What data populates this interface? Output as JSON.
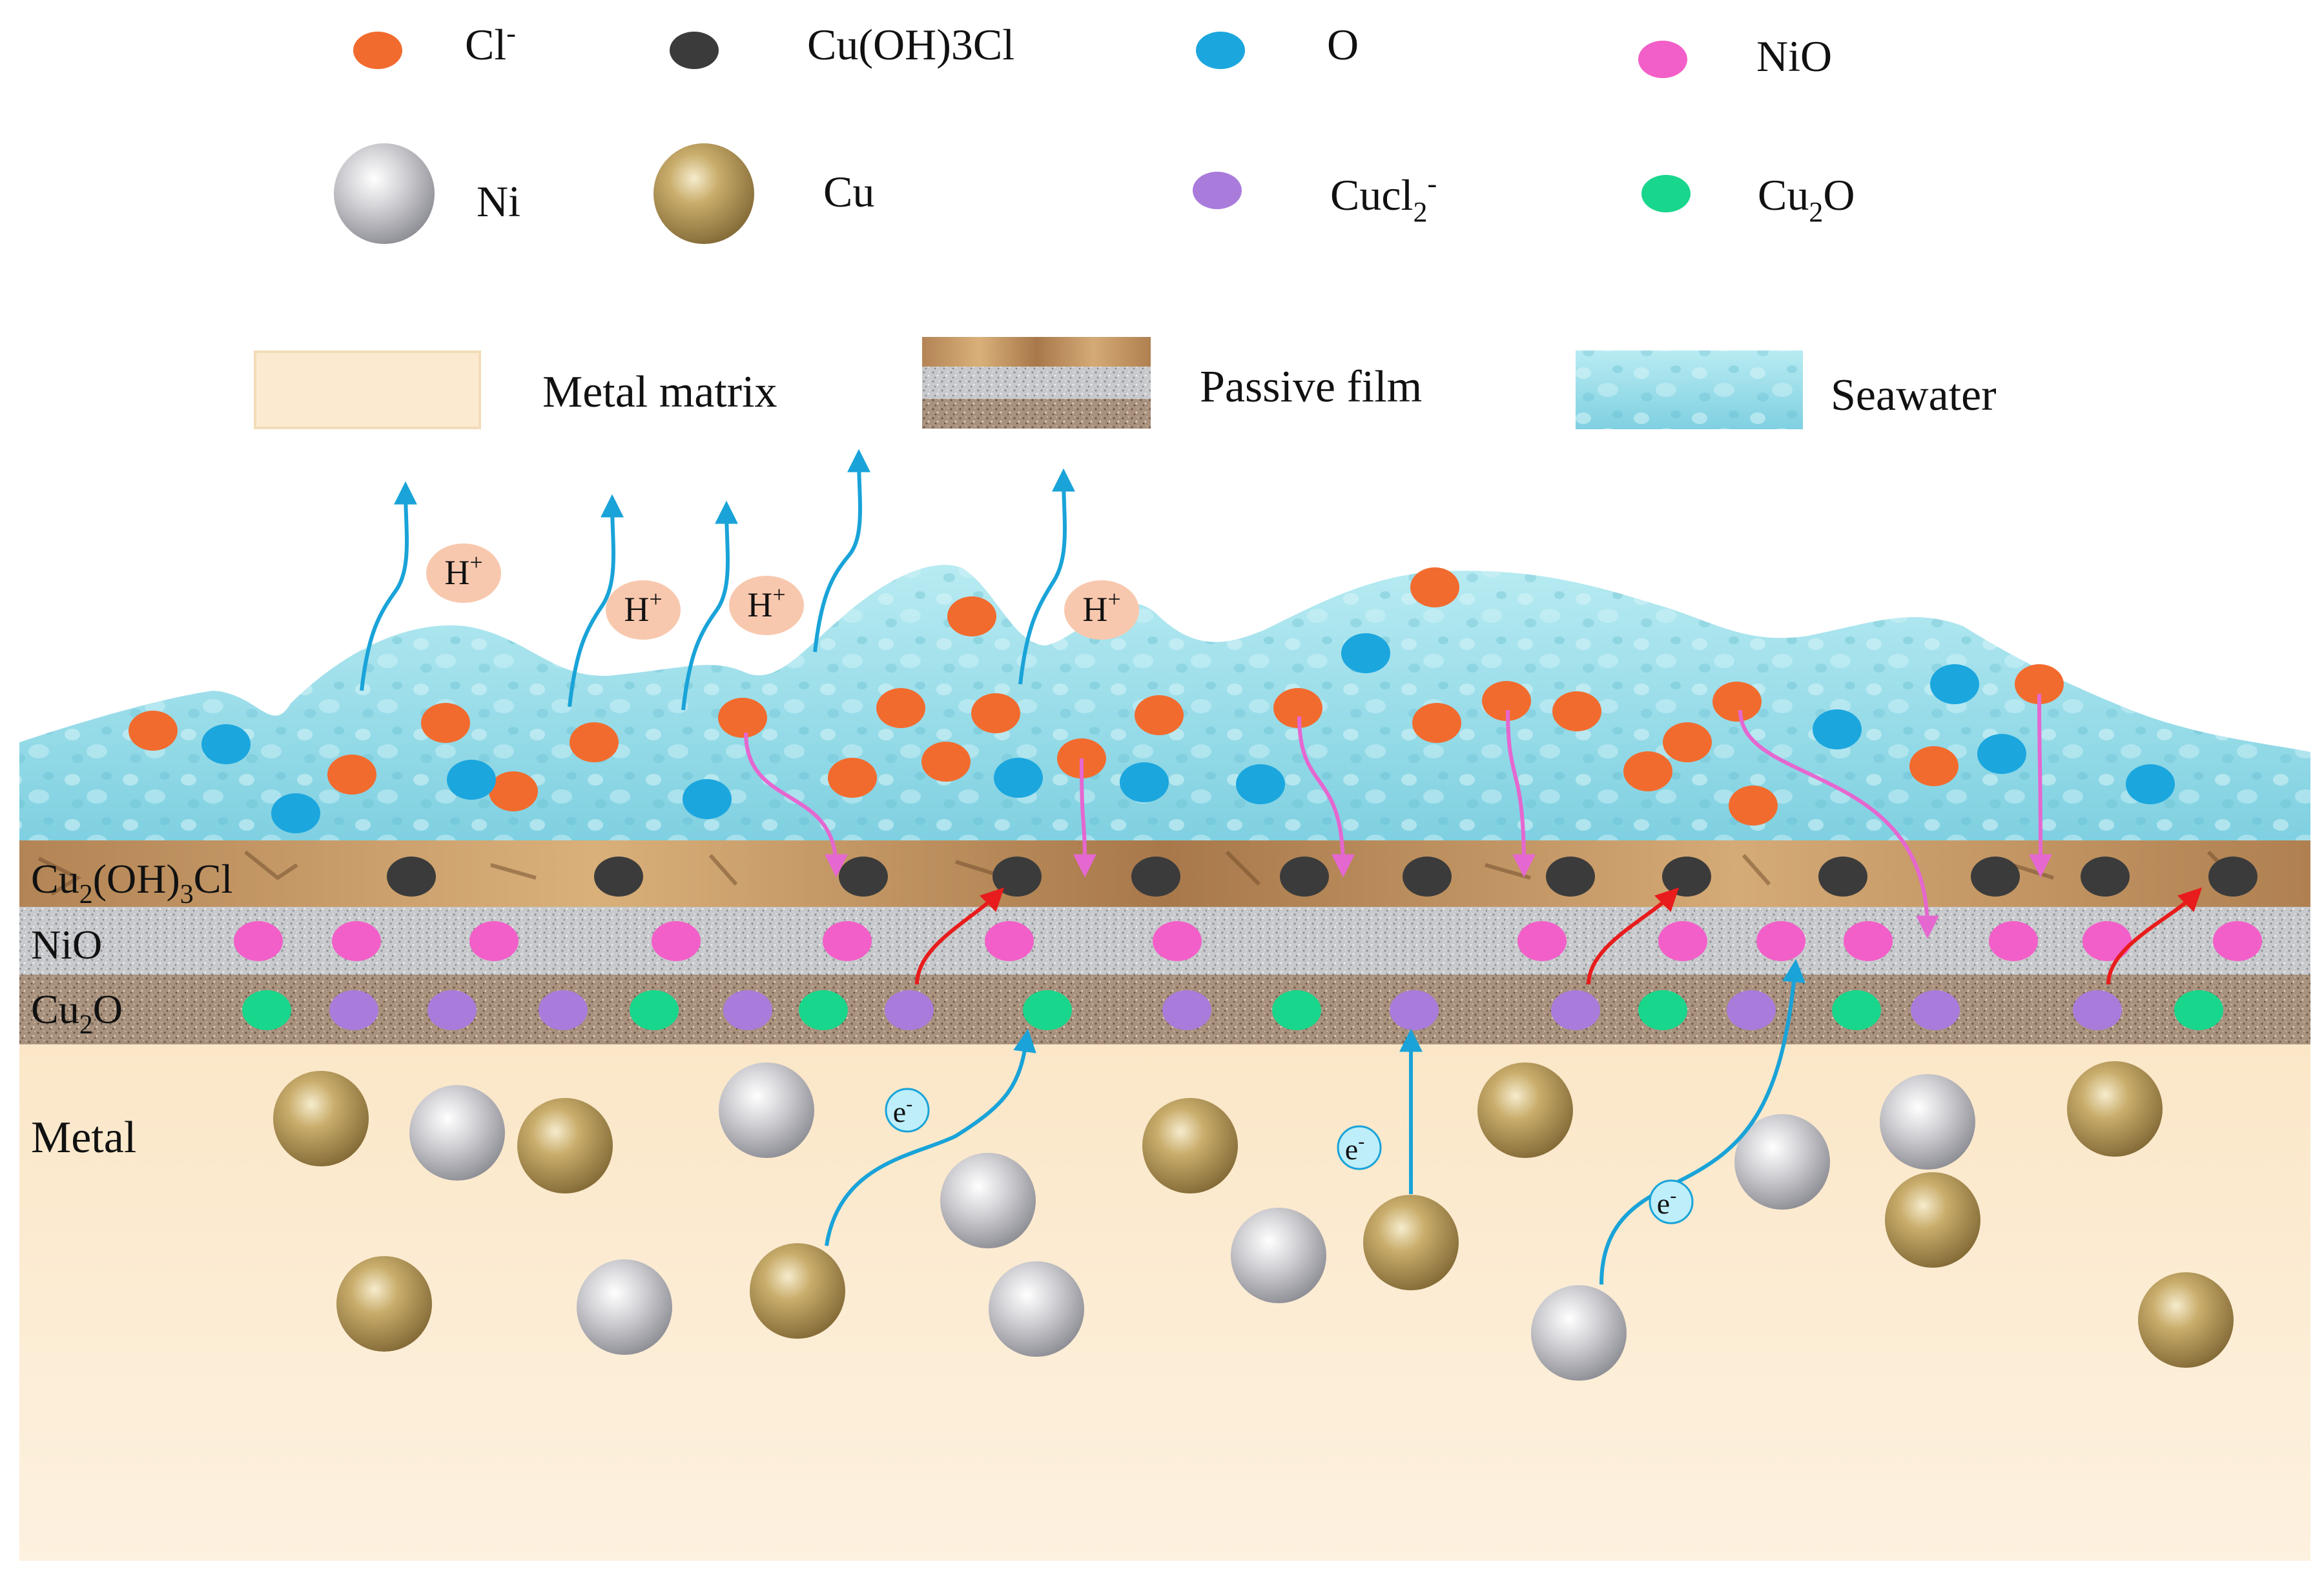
{
  "legend": {
    "species": [
      {
        "id": "cl",
        "label_main": "Cl",
        "label_sup": "-"
      },
      {
        "id": "cuoh3cl",
        "label": "Cu(OH)3Cl"
      },
      {
        "id": "o",
        "label": "O"
      },
      {
        "id": "nio",
        "label": "NiO"
      },
      {
        "id": "ni",
        "label": "Ni"
      },
      {
        "id": "cu",
        "label": "Cu"
      },
      {
        "id": "cucl2",
        "label": "Cucl2-"
      },
      {
        "id": "cu2o",
        "label": "Cu2O"
      }
    ],
    "materials": [
      {
        "id": "metal_matrix",
        "label": "Metal matrix"
      },
      {
        "id": "passive_film",
        "label": "Passive film"
      },
      {
        "id": "seawater",
        "label": "Seawater"
      }
    ]
  },
  "layers": {
    "top": "Cu2(OH)3Cl",
    "middle": "NiO",
    "bottom": "Cu2O",
    "metal": "Metal"
  },
  "labels": {
    "h_plus_main": "H",
    "h_plus_sup": "+",
    "electron_main": "e",
    "electron_sup": "-"
  },
  "colors": {
    "cl": "#F26B2E",
    "cuoh3cl": "#3B3B3B",
    "o": "#1BA6DE",
    "nio": "#F25FC8",
    "cucl2": "#A97BDB",
    "cu2o": "#18D68C",
    "cu": "#B89A55",
    "ni": "#C8C8CC",
    "seawater": "#8ED8E6",
    "metal": "#FBEAD0",
    "arrow_blue": "#19A3D8",
    "arrow_pink": "#E567D0",
    "arrow_red": "#E81C1C",
    "h_plus_bubble": "#F8C8AE"
  }
}
